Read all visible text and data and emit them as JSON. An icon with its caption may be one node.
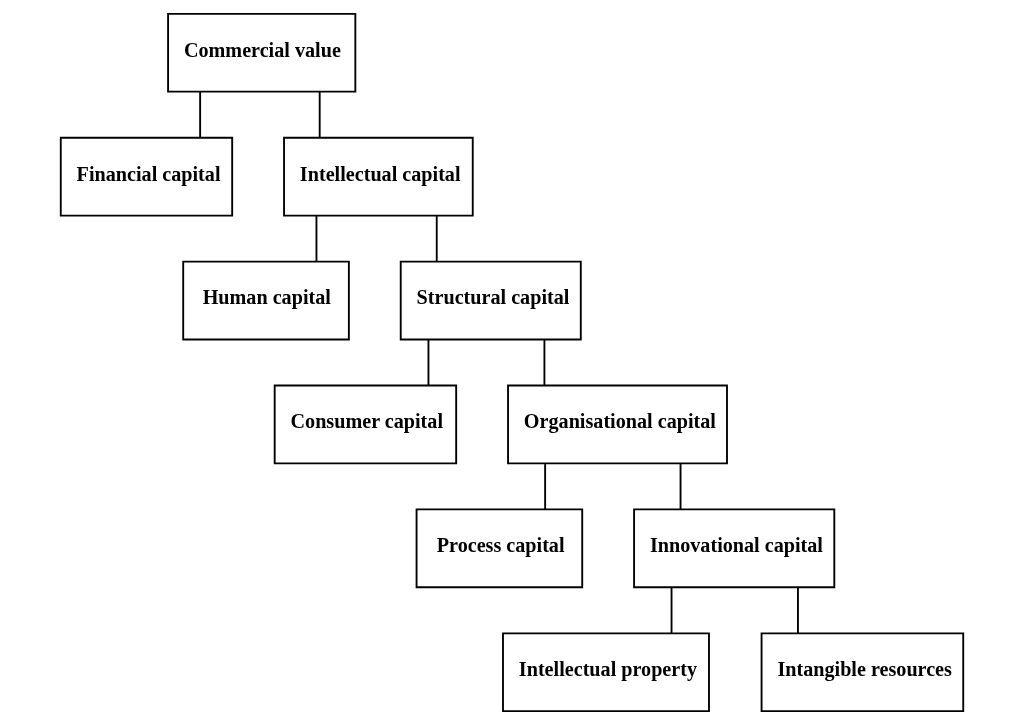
{
  "diagram": {
    "nodes": [
      {
        "text": [
          "Commercial value"
        ]
      },
      {
        "text": [
          "Financial capital"
        ]
      },
      {
        "text": [
          "Intellectual capital"
        ]
      },
      {
        "text": [
          "Human capital"
        ]
      },
      {
        "text": [
          "Structural capital"
        ]
      },
      {
        "text": [
          "Consumer capital"
        ]
      },
      {
        "text": [
          "Organisational capital"
        ]
      },
      {
        "text": [
          "Process capital"
        ]
      },
      {
        "text": [
          "Innovational capital"
        ]
      },
      {
        "text": [
          "Intellectual property"
        ]
      },
      {
        "text": [
          "Intangible resources"
        ]
      }
    ],
    "edges": [
      {
        "from": 0,
        "to": 1,
        "arrow": "none"
      },
      {
        "from": 0,
        "to": 2,
        "arrow": "none"
      },
      {
        "from": 2,
        "to": 3,
        "arrow": "none"
      },
      {
        "from": 2,
        "to": 4,
        "arrow": "none"
      },
      {
        "from": 4,
        "to": 5,
        "arrow": "none"
      },
      {
        "from": 4,
        "to": 6,
        "arrow": "none"
      },
      {
        "from": 6,
        "to": 7,
        "arrow": "none"
      },
      {
        "from": 6,
        "to": 8,
        "arrow": "none"
      },
      {
        "from": 8,
        "to": 9,
        "arrow": "none"
      },
      {
        "from": 8,
        "to": 10,
        "arrow": "none"
      }
    ]
  }
}
